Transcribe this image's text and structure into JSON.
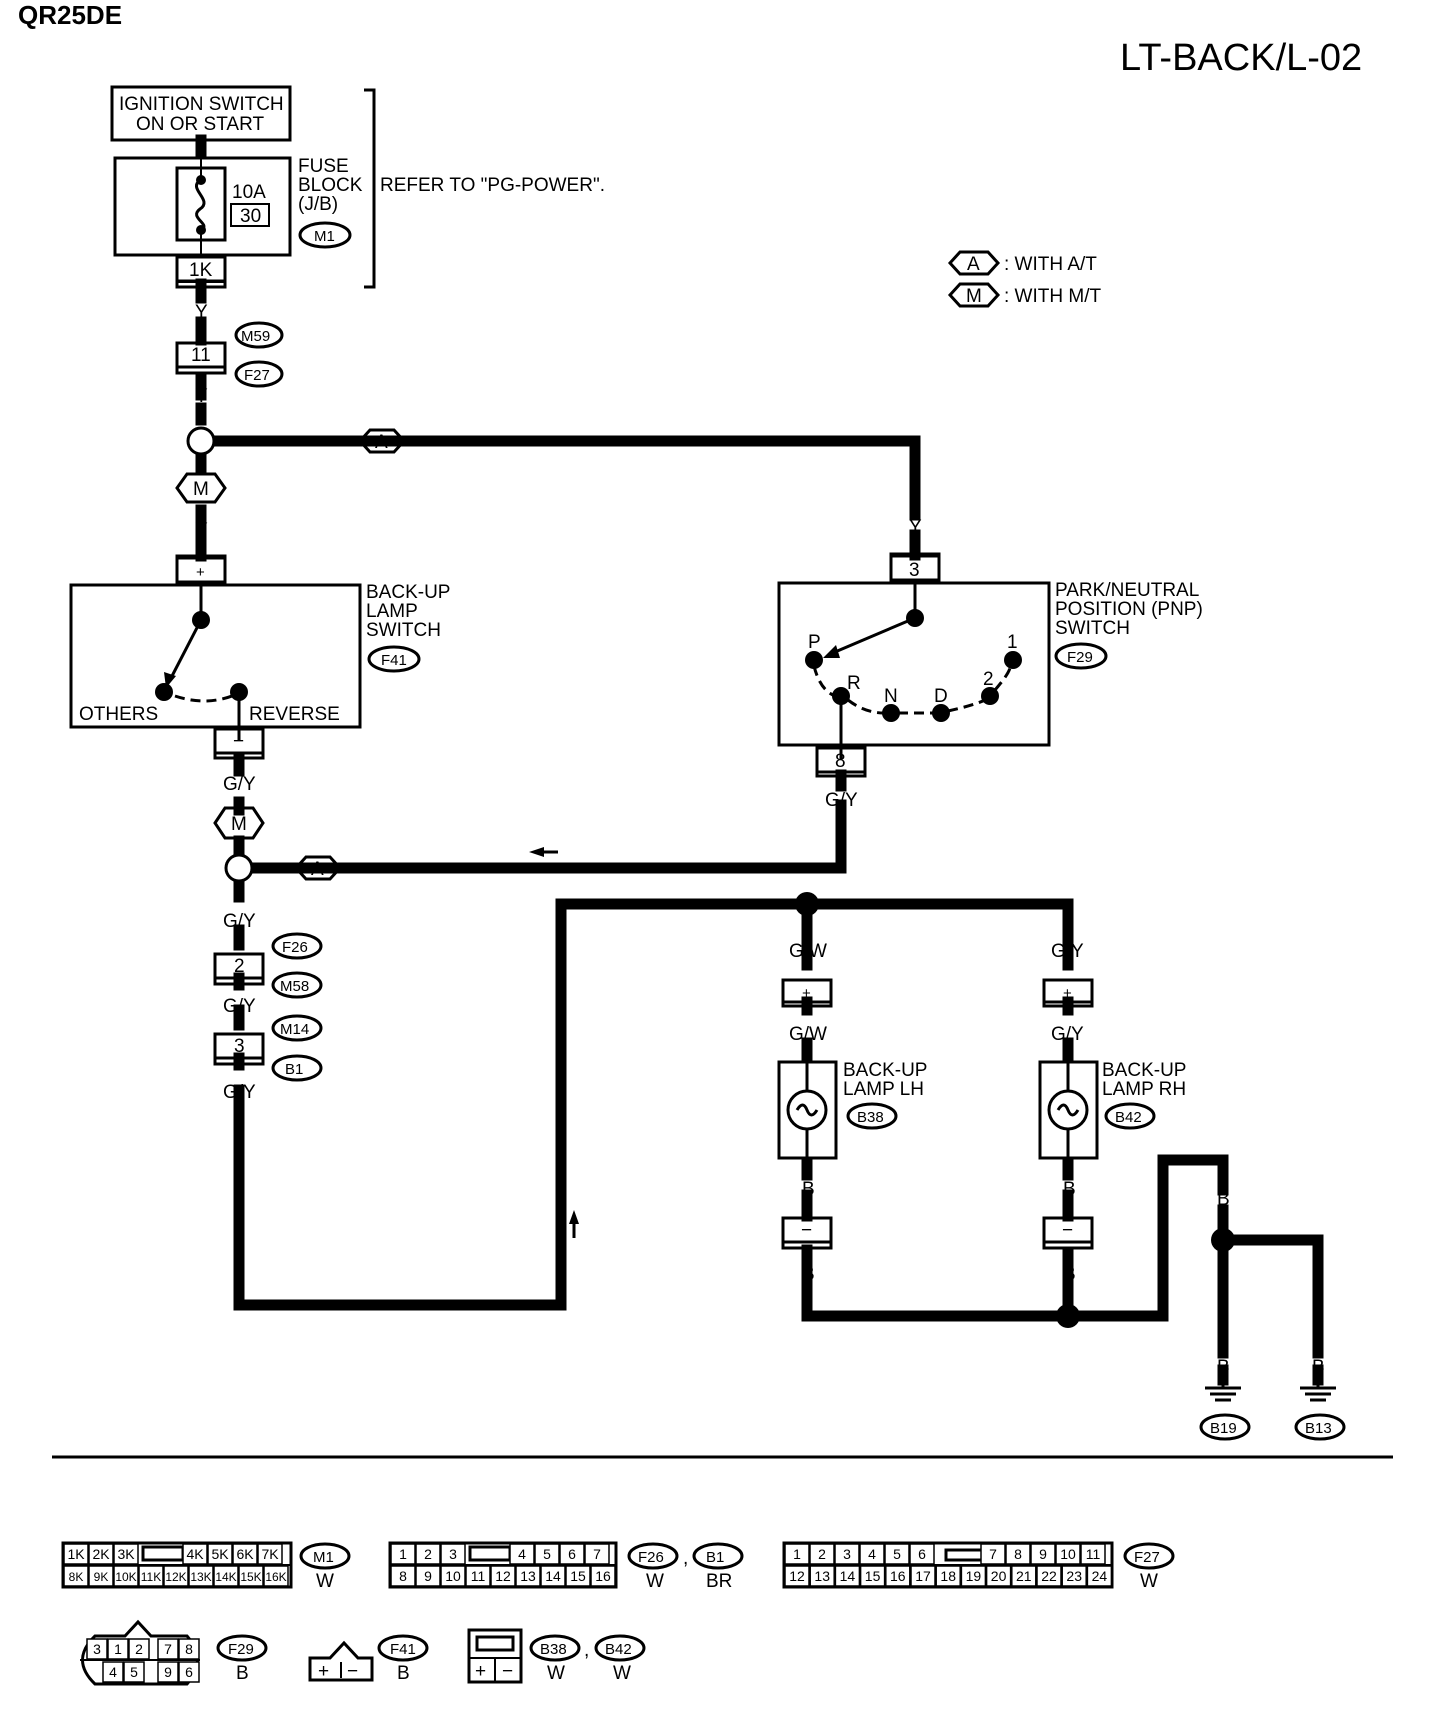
{
  "header": {
    "engine": "QR25DE",
    "diagram_id": "LT-BACK/L-02"
  },
  "legend": {
    "a": "A",
    "a_text": ": WITH A/T",
    "m": "M",
    "m_text": ": WITH M/T"
  },
  "power": {
    "ignition_line1": "IGNITION SWITCH",
    "ignition_line2": "ON OR START",
    "fuse_amp": "10A",
    "fuse_num": "30",
    "fuse_block_line1": "FUSE",
    "fuse_block_line2": "BLOCK",
    "fuse_block_line3": "(J/B)",
    "fuse_block_conn": "M1",
    "fuse_block_term": "1K",
    "refer": "REFER TO \"PG-POWER\"."
  },
  "wires": {
    "y1": "Y",
    "y2": "Y",
    "y3": "Y",
    "y4": "Y",
    "gy1": "G/Y",
    "gy2": "G/Y",
    "gy3": "G/Y",
    "gy4": "G/Y",
    "gy5": "G/Y",
    "gy6": "G/Y",
    "gy7": "G/Y",
    "gw1": "G/W",
    "gw2": "G/W",
    "b1": "B",
    "b2": "B",
    "b3": "B",
    "b4": "B",
    "b5": "B",
    "b6": "B",
    "b7": "B"
  },
  "connectors": {
    "j1_term": "11",
    "j1_top": "M59",
    "j1_bot": "F27",
    "j2_term": "2",
    "j2_top": "F26",
    "j2_bot": "M58",
    "j3_term": "3",
    "j3_top": "M14",
    "j3_bot": "B1"
  },
  "junctions": {
    "a1": "A",
    "m1": "M",
    "a2": "A",
    "m2": "M"
  },
  "backup_switch": {
    "line1": "BACK-UP",
    "line2": "LAMP",
    "line3": "SWITCH",
    "conn": "F41",
    "plus": "+",
    "minus": "−",
    "others": "OTHERS",
    "reverse": "REVERSE"
  },
  "pnp_switch": {
    "line1": "PARK/NEUTRAL",
    "line2": "POSITION (PNP)",
    "line3": "SWITCH",
    "conn": "F29",
    "term_top": "3",
    "term_bot": "8",
    "pos_p": "P",
    "pos_r": "R",
    "pos_n": "N",
    "pos_d": "D",
    "pos_2": "2",
    "pos_1": "1"
  },
  "lamp_lh": {
    "line1": "BACK-UP",
    "line2": "LAMP LH",
    "conn": "B38",
    "plus": "+",
    "minus": "−"
  },
  "lamp_rh": {
    "line1": "BACK-UP",
    "line2": "LAMP RH",
    "conn": "B42",
    "plus": "+",
    "minus": "−"
  },
  "grounds": {
    "g1": "B19",
    "g2": "B13"
  },
  "connector_views": {
    "m1": {
      "top": [
        "1K",
        "2K",
        "3K",
        "4K",
        "5K",
        "6K",
        "7K"
      ],
      "bottom": [
        "8K",
        "9K",
        "10K",
        "11K",
        "12K",
        "13K",
        "14K",
        "15K",
        "16K"
      ],
      "id": "M1",
      "color": "W"
    },
    "f26": {
      "top": [
        "1",
        "2",
        "3",
        "4",
        "5",
        "6",
        "7"
      ],
      "bottom": [
        "8",
        "9",
        "10",
        "11",
        "12",
        "13",
        "14",
        "15",
        "16"
      ],
      "id1": "F26",
      "sep": ",",
      "id2": "B1",
      "color1": "W",
      "color2": "BR"
    },
    "f27": {
      "top": [
        "1",
        "2",
        "3",
        "4",
        "5",
        "6",
        "7",
        "8",
        "9",
        "10",
        "11"
      ],
      "bottom": [
        "12",
        "13",
        "14",
        "15",
        "16",
        "17",
        "18",
        "19",
        "20",
        "21",
        "22",
        "23",
        "24"
      ],
      "id": "F27",
      "color": "W"
    },
    "f29": {
      "top": [
        "3",
        "1",
        "2",
        "7",
        "8"
      ],
      "bottom": [
        "4",
        "5",
        "9",
        "6"
      ],
      "id": "F29",
      "color": "B"
    },
    "f41": {
      "plus": "+",
      "minus": "−",
      "id": "F41",
      "color": "B"
    },
    "b38": {
      "plus": "+",
      "minus": "−",
      "id1": "B38",
      "sep": ",",
      "id2": "B42",
      "color1": "W",
      "color2": "W"
    }
  }
}
